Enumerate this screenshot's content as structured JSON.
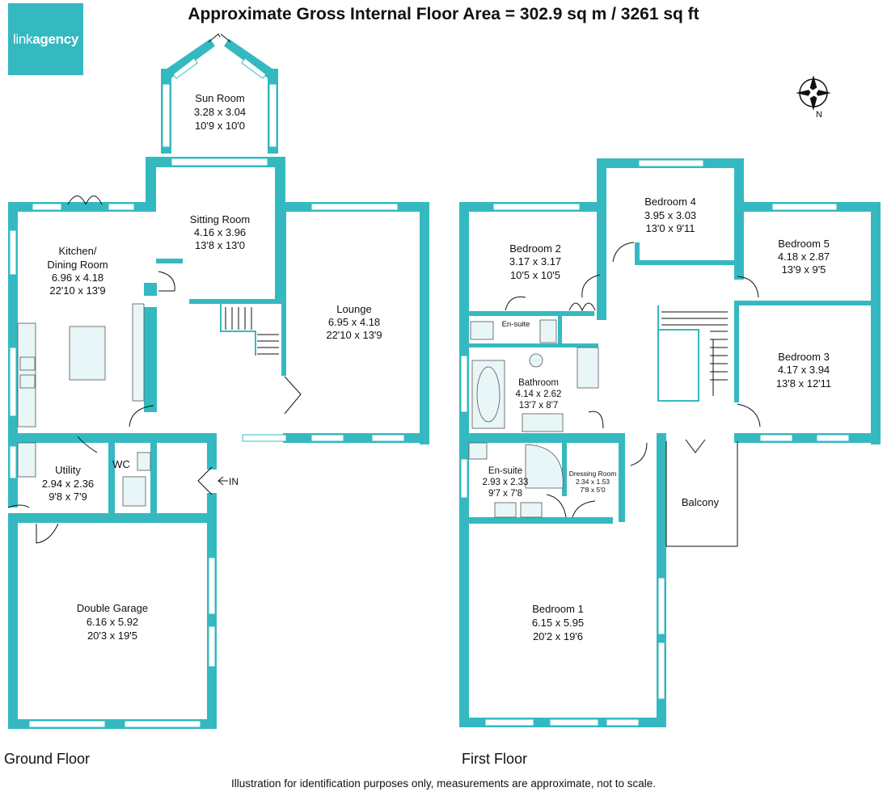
{
  "title": "Approximate Gross Internal Floor Area = 302.9 sq m / 3261 sq ft",
  "logo": {
    "part1": "link",
    "part2": "agency"
  },
  "compass_label": "N",
  "entrance_label": "IN",
  "floors": [
    {
      "label": "Ground Floor"
    },
    {
      "label": "First Floor"
    }
  ],
  "rooms": {
    "sun_room": {
      "name": "Sun Room",
      "metric": "3.28 x 3.04",
      "imperial": "10'9 x 10'0"
    },
    "sitting_room": {
      "name": "Sitting Room",
      "metric": "4.16 x 3.96",
      "imperial": "13'8 x 13'0"
    },
    "kitchen": {
      "name": "Kitchen/",
      "name2": "Dining Room",
      "metric": "6.96 x 4.18",
      "imperial": "22'10 x 13'9"
    },
    "lounge": {
      "name": "Lounge",
      "metric": "6.95 x 4.18",
      "imperial": "22'10 x 13'9"
    },
    "utility": {
      "name": "Utility",
      "metric": "2.94 x 2.36",
      "imperial": "9'8 x 7'9"
    },
    "wc": {
      "name": "WC"
    },
    "garage": {
      "name": "Double Garage",
      "metric": "6.16 x 5.92",
      "imperial": "20'3 x 19'5"
    },
    "bedroom2": {
      "name": "Bedroom 2",
      "metric": "3.17 x 3.17",
      "imperial": "10'5 x 10'5"
    },
    "bedroom4": {
      "name": "Bedroom 4",
      "metric": "3.95 x 3.03",
      "imperial": "13'0 x 9'11"
    },
    "bedroom5": {
      "name": "Bedroom 5",
      "metric": "4.18 x 2.87",
      "imperial": "13'9 x 9'5"
    },
    "bedroom3": {
      "name": "Bedroom 3",
      "metric": "4.17 x 3.94",
      "imperial": "13'8 x 12'11"
    },
    "ensuite_small": {
      "name": "En-suite"
    },
    "bathroom": {
      "name": "Bathroom",
      "metric": "4.14 x 2.62",
      "imperial": "13'7 x 8'7"
    },
    "ensuite1": {
      "name": "En-suite",
      "metric": "2.93 x 2.33",
      "imperial": "9'7 x 7'8"
    },
    "dressing": {
      "name": "Dressing Room",
      "metric": "2.34 x 1.53",
      "imperial": "7'8 x 5'0"
    },
    "balcony": {
      "name": "Balcony"
    },
    "bedroom1": {
      "name": "Bedroom 1",
      "metric": "6.15 x 5.95",
      "imperial": "20'2 x 19'6"
    }
  },
  "footer": "Illustration for identification purposes only, measurements are approximate, not to scale.",
  "colors": {
    "wall": "#35b9c1",
    "window": "#ffffff",
    "fixture": "#e8f6f7"
  }
}
